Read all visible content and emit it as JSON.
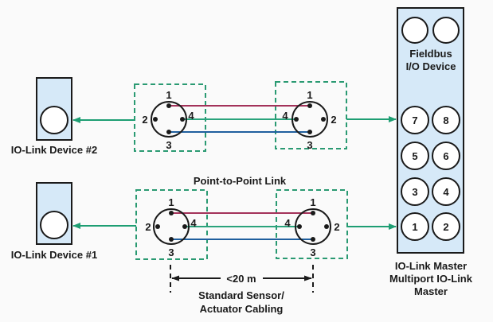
{
  "colors": {
    "arrow": "#1e9e73",
    "dashed_box": "#2a9a72",
    "device_fill": "#d6e9f8",
    "wire_pin1": "#a3325a",
    "wire_pin4": "#2aa37c",
    "wire_pin3": "#1f5f9e"
  },
  "devices": {
    "device2_label": "IO-Link Device #2",
    "device1_label": "IO-Link Device #1"
  },
  "master": {
    "fieldbus_label_line1": "Fieldbus",
    "fieldbus_label_line2": "I/O Device",
    "ports": [
      "7",
      "8",
      "5",
      "6",
      "3",
      "4",
      "1",
      "2"
    ],
    "label_line1": "IO-Link Master",
    "label_line2": "Multiport IO-Link",
    "label_line3": "Master"
  },
  "connector_pins": {
    "pin1": "1",
    "pin2": "2",
    "pin3": "3",
    "pin4": "4"
  },
  "link": {
    "title": "Point-to-Point Link",
    "distance": "<20 m",
    "cabling_line1": "Standard Sensor/",
    "cabling_line2": "Actuator Cabling"
  }
}
